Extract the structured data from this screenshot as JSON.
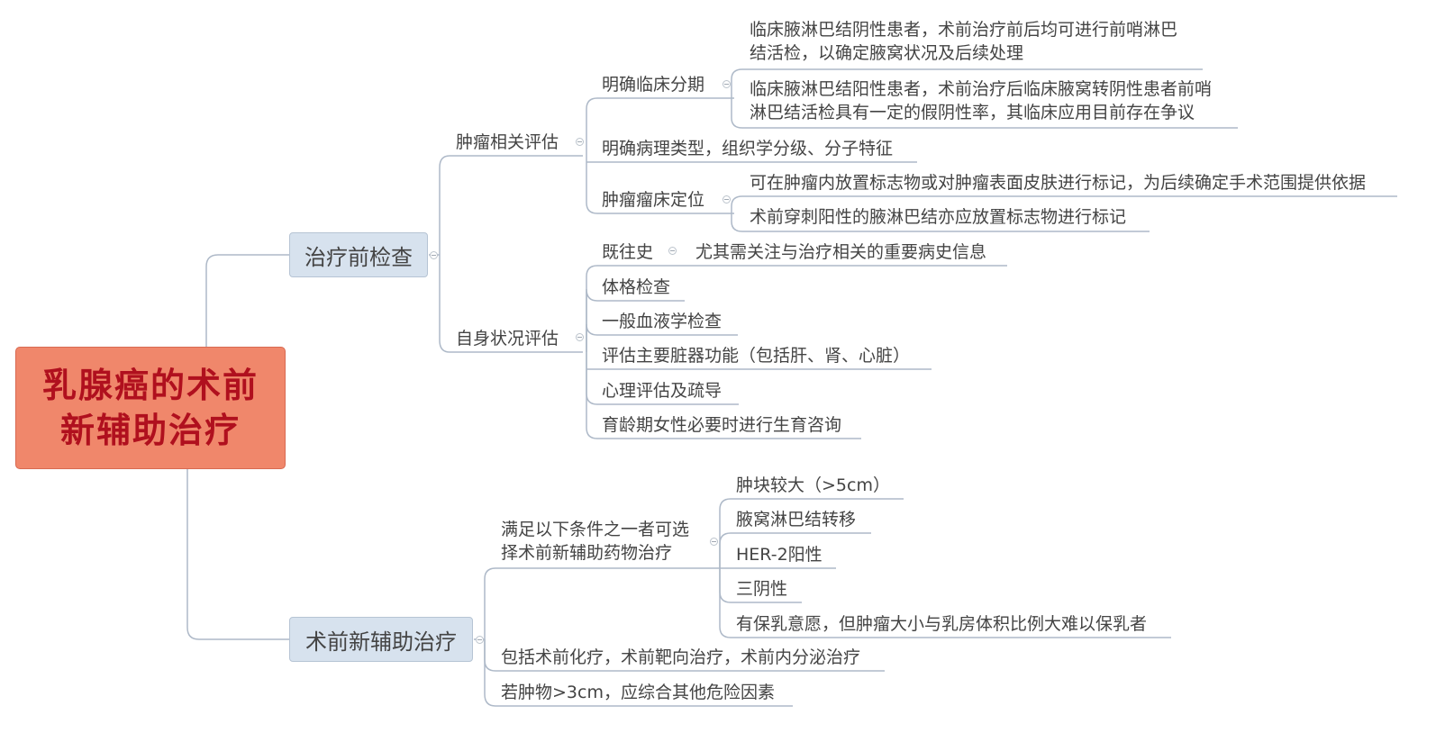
{
  "root": {
    "line1": "乳腺癌的术前",
    "line2": "新辅助治疗"
  },
  "pretreatment": {
    "label": "治疗前检查",
    "tumor_eval": {
      "label": "肿瘤相关评估",
      "staging": {
        "label": "明确临床分期",
        "item1_line1": "临床腋淋巴结阴性患者，术前治疗前后均可进行前哨淋巴",
        "item1_line2": "结活检，以确定腋窝状况及后续处理",
        "item2_line1": "临床腋淋巴结阳性患者，术前治疗后临床腋窝转阴性患者前哨",
        "item2_line2": "淋巴结活检具有一定的假阴性率，其临床应用目前存在争议"
      },
      "pathology": "明确病理类型，组织学分级、分子特征",
      "localization": {
        "label": "肿瘤瘤床定位",
        "item1": "可在肿瘤内放置标志物或对肿瘤表面皮肤进行标记，为后续确定手术范围提供依据",
        "item2": "术前穿刺阳性的腋淋巴结亦应放置标志物进行标记"
      }
    },
    "self_eval": {
      "label": "自身状况评估",
      "history": {
        "label": "既往史",
        "detail": "尤其需关注与治疗相关的重要病史信息"
      },
      "items": [
        "体格检查",
        "一般血液学检查",
        "评估主要脏器功能（包括肝、肾、心脏）",
        "心理评估及疏导",
        "育龄期女性必要时进行生育咨询"
      ]
    }
  },
  "neoadjuvant": {
    "label": "术前新辅助治疗",
    "criteria": {
      "line1": "满足以下条件之一者可选",
      "line2": "择术前新辅助药物治疗",
      "items": [
        "肿块较大（>5cm）",
        "腋窝淋巴结转移",
        "HER-2阳性",
        "三阴性",
        "有保乳意愿，但肿瘤大小与乳房体积比例大难以保乳者"
      ]
    },
    "includes": "包括术前化疗，术前靶向治疗，术前内分泌治疗",
    "mass": "若肿物>3cm，应综合其他危险因素"
  }
}
